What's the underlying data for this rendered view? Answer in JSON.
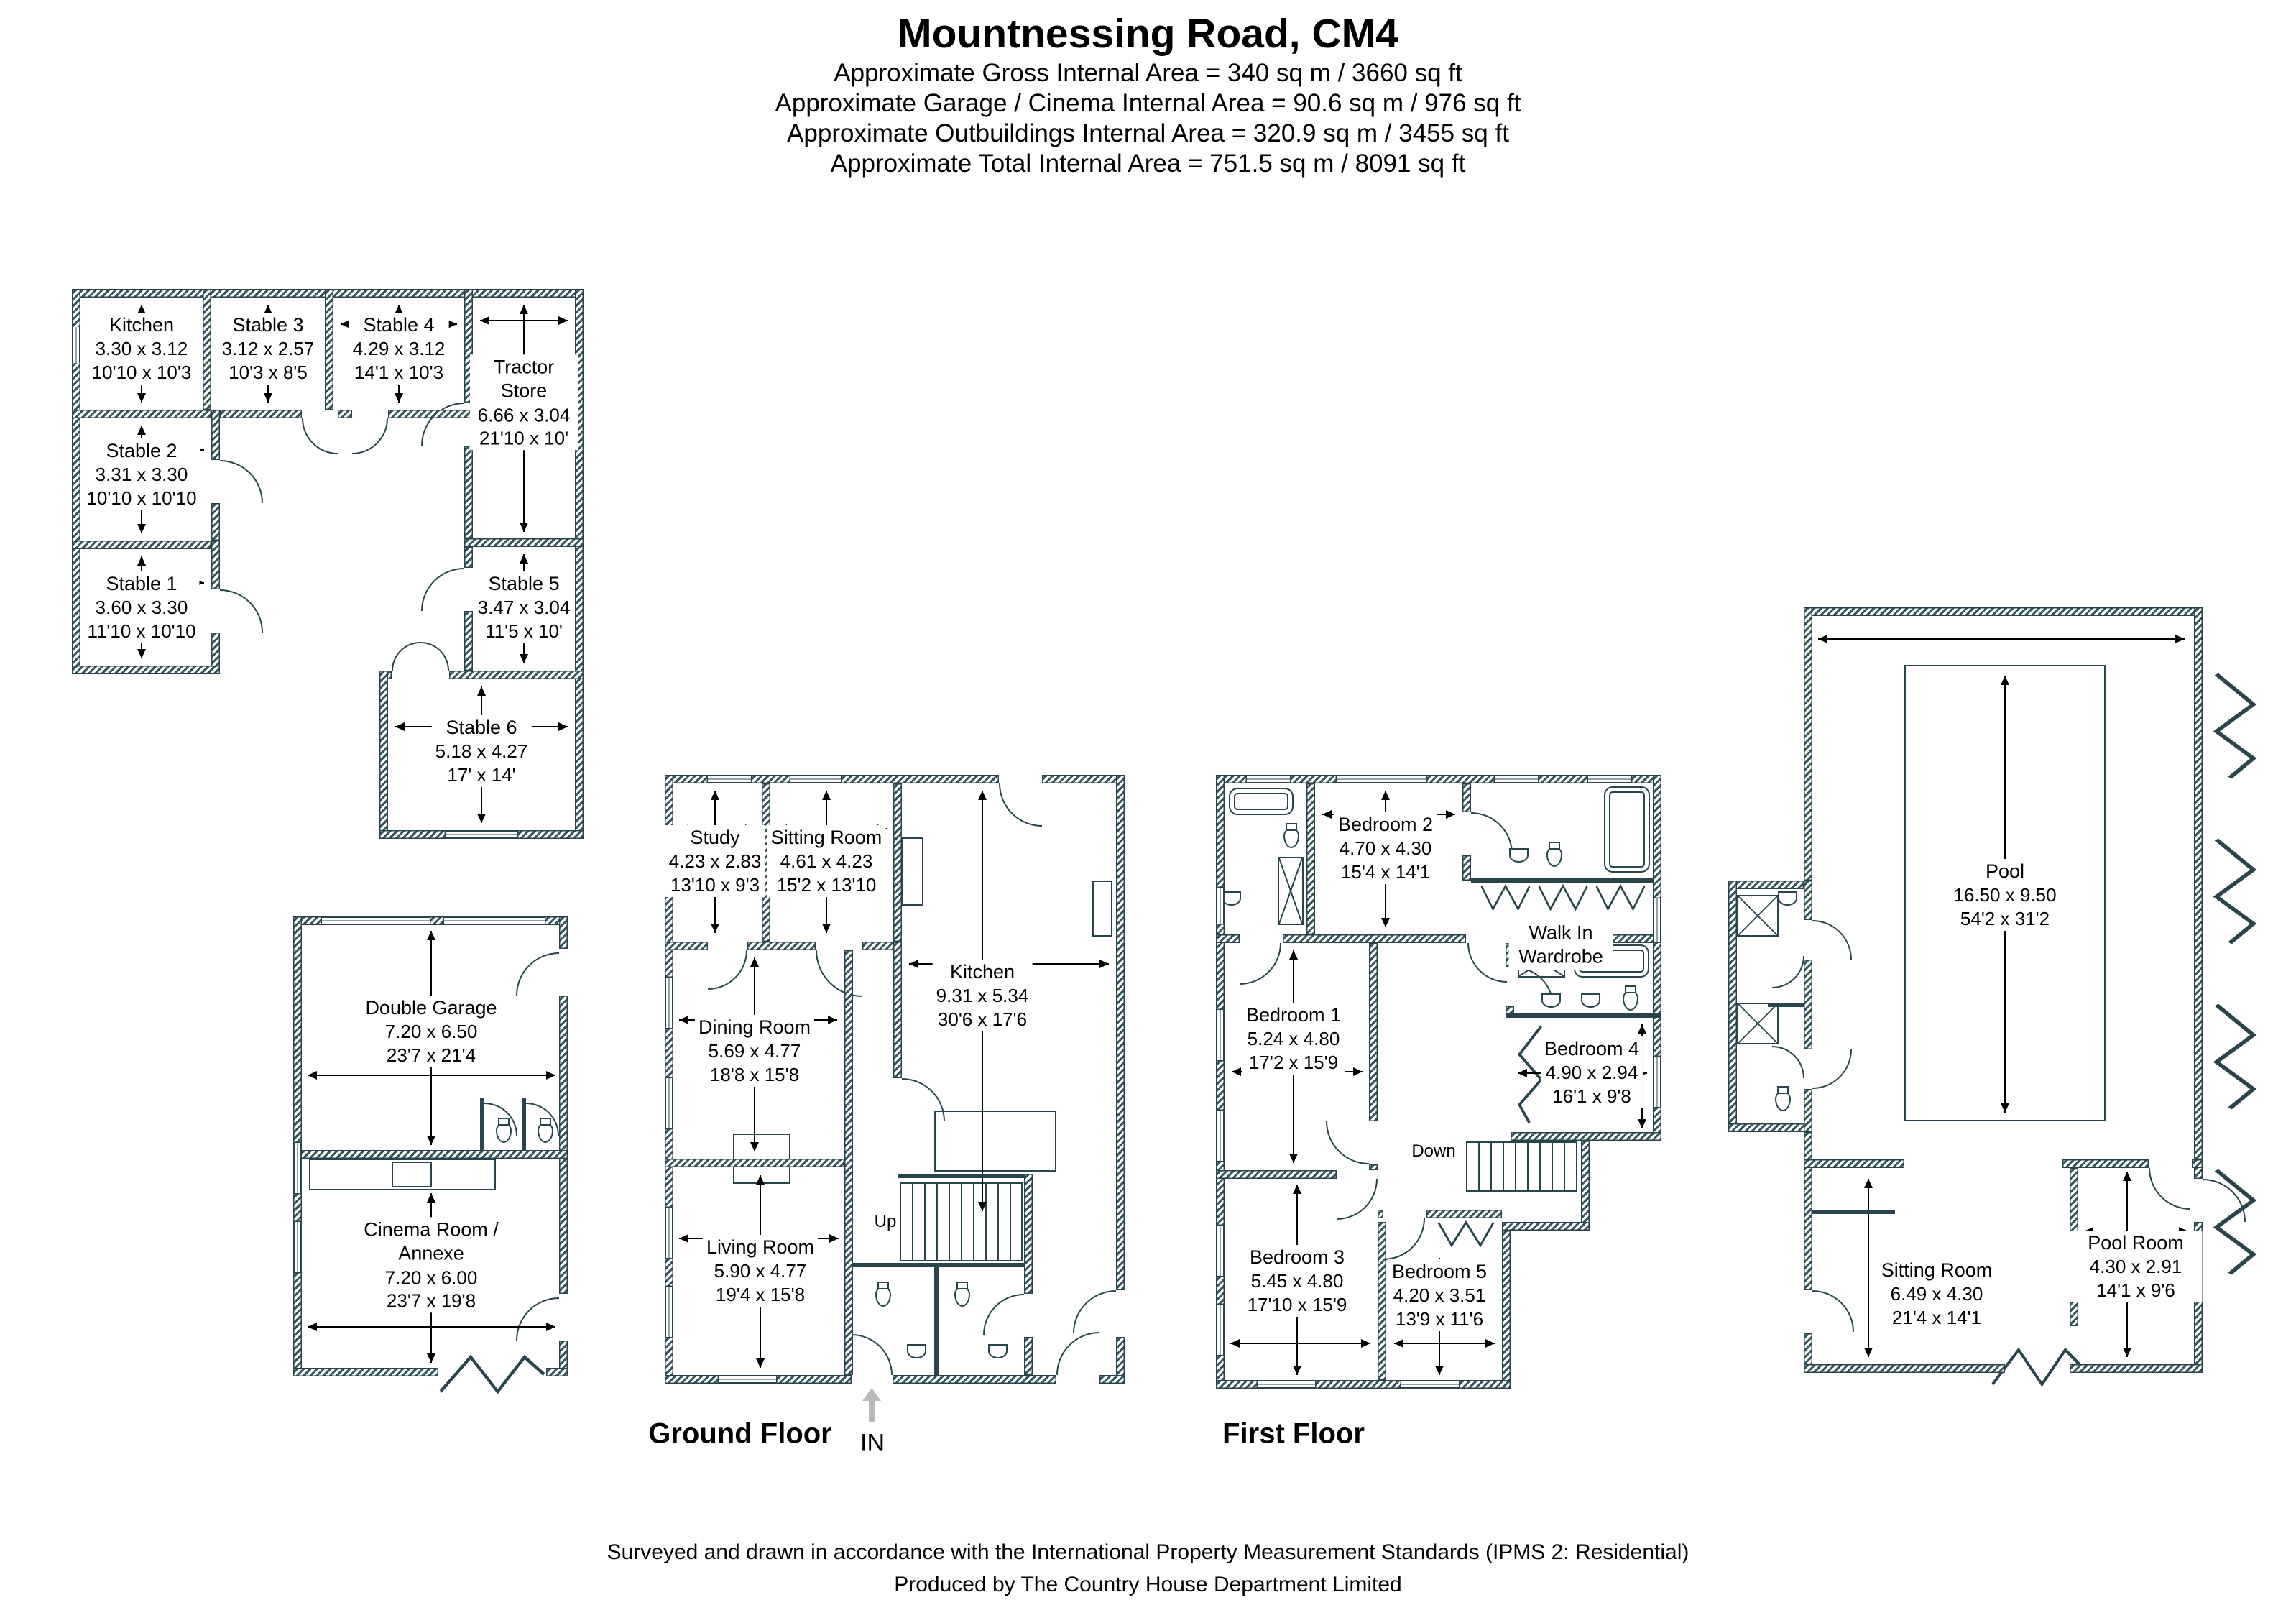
{
  "page_title": "Mountnessing Road, CM4",
  "area_summary": [
    "Approximate Gross Internal Area = 340 sq m / 3660 sq ft",
    "Approximate Garage / Cinema Internal Area = 90.6 sq m / 976 sq ft",
    "Approximate Outbuildings Internal Area = 320.9 sq m / 3455 sq ft",
    "Approximate Total Internal Area = 751.5 sq m / 8091 sq ft"
  ],
  "floors": {
    "ground": {
      "label": "Ground Floor",
      "stairs": "Up",
      "entrance": "IN"
    },
    "first": {
      "label": "First Floor",
      "stairs": "Down"
    }
  },
  "stables": {
    "rooms": [
      {
        "name": "Kitchen",
        "metric": "3.30 x 3.12",
        "imperial": "10'10 x 10'3"
      },
      {
        "name": "Stable 3",
        "metric": "3.12 x 2.57",
        "imperial": "10'3 x 8'5"
      },
      {
        "name": "Stable 4",
        "metric": "4.29 x 3.12",
        "imperial": "14'1 x 10'3"
      },
      {
        "name": "Tractor Store",
        "metric": "6.66 x 3.04",
        "imperial": "21'10 x 10'"
      },
      {
        "name": "Stable 2",
        "metric": "3.31 x 3.30",
        "imperial": "10'10 x 10'10"
      },
      {
        "name": "Stable 1",
        "metric": "3.60 x 3.30",
        "imperial": "11'10 x 10'10"
      },
      {
        "name": "Stable 5",
        "metric": "3.47 x 3.04",
        "imperial": "11'5 x 10'"
      },
      {
        "name": "Stable 6",
        "metric": "5.18 x 4.27",
        "imperial": "17' x 14'"
      }
    ]
  },
  "garage_building": {
    "rooms": [
      {
        "name": "Double Garage",
        "metric": "7.20 x 6.50",
        "imperial": "23'7 x 21'4"
      },
      {
        "name": "Cinema Room / Annexe",
        "metric": "7.20 x 6.00",
        "imperial": "23'7 x 19'8"
      }
    ]
  },
  "ground_floor": {
    "rooms": [
      {
        "name": "Study",
        "metric": "4.23 x 2.83",
        "imperial": "13'10 x 9'3"
      },
      {
        "name": "Sitting Room",
        "metric": "4.61 x 4.23",
        "imperial": "15'2 x 13'10"
      },
      {
        "name": "Kitchen",
        "metric": "9.31 x 5.34",
        "imperial": "30'6 x 17'6"
      },
      {
        "name": "Dining Room",
        "metric": "5.69 x 4.77",
        "imperial": "18'8 x 15'8"
      },
      {
        "name": "Living Room",
        "metric": "5.90 x 4.77",
        "imperial": "19'4 x 15'8"
      }
    ]
  },
  "first_floor": {
    "wardrobe": "Walk In Wardrobe",
    "rooms": [
      {
        "name": "Bedroom 2",
        "metric": "4.70 x 4.30",
        "imperial": "15'4 x 14'1"
      },
      {
        "name": "Bedroom 1",
        "metric": "5.24 x 4.80",
        "imperial": "17'2 x 15'9"
      },
      {
        "name": "Bedroom 4",
        "metric": "4.90 x 2.94",
        "imperial": "16'1 x 9'8"
      },
      {
        "name": "Bedroom 3",
        "metric": "5.45 x 4.80",
        "imperial": "17'10 x 15'9"
      },
      {
        "name": "Bedroom 5",
        "metric": "4.20 x 3.51",
        "imperial": "13'9 x 11'6"
      }
    ]
  },
  "pool_building": {
    "rooms": [
      {
        "name": "Pool",
        "metric": "16.50 x 9.50",
        "imperial": "54'2 x 31'2"
      },
      {
        "name": "Sitting Room",
        "metric": "6.49 x 4.30",
        "imperial": "21'4 x 14'1"
      },
      {
        "name": "Pool Room",
        "metric": "4.30 x 2.91",
        "imperial": "14'1 x 9'6"
      }
    ]
  },
  "footer": [
    "Surveyed and drawn in accordance with the International Property Measurement Standards (IPMS 2: Residential)",
    "Produced by The Country House Department Limited"
  ],
  "colors": {
    "wall": "#27454a",
    "hatch": "#335559",
    "text": "#000000",
    "entrance_arrow": "#b9b9b9"
  },
  "icons": {
    "toilet": "toilet-icon",
    "sink": "sink-icon",
    "bath": "bath-icon",
    "shower": "shower-icon",
    "stairs": "stairs-icon",
    "folding_door": "folding-door-icon",
    "entrance_arrow": "entrance-arrow-icon",
    "dimension_arrow": "dimension-arrow"
  }
}
